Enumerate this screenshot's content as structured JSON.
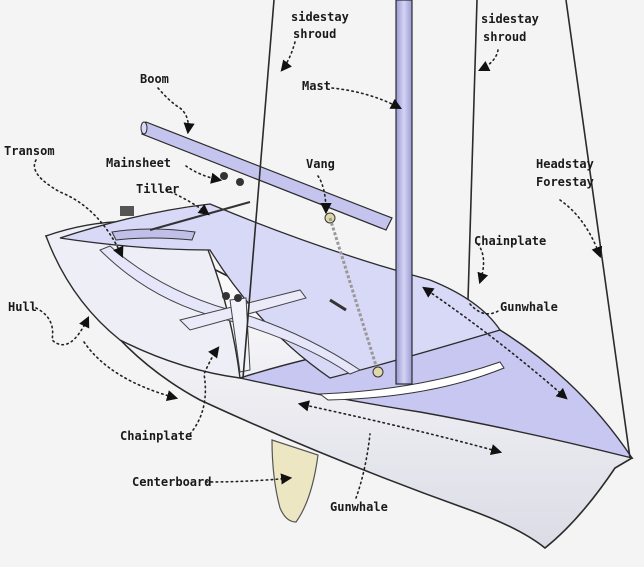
{
  "colors": {
    "background": "#f4f4f4",
    "hull_white": "#f1f1f6",
    "deck_lavender": "#c7c7f1",
    "interior_lavender": "#d8d8f7",
    "centerboard": "#ece7c2",
    "mast": "#b9b9e6",
    "outline": "#2b2b2b"
  },
  "labels": {
    "sidestay_shroud_left": [
      "sidestay",
      "shroud"
    ],
    "sidestay_shroud_right": [
      "sidestay",
      "shroud"
    ],
    "mast": "Mast",
    "boom": "Boom",
    "transom": "Transom",
    "mainsheet": "Mainsheet",
    "tiller": "Tiller",
    "vang": "Vang",
    "headstay": [
      "Headstay",
      "Forestay"
    ],
    "chainplate_right": "Chainplate",
    "gunwhale_right": "Gunwhale",
    "hull": "Hull",
    "chainplate_left": "Chainplate",
    "centerboard": "Centerboard",
    "gunwhale_bottom": "Gunwhale"
  }
}
